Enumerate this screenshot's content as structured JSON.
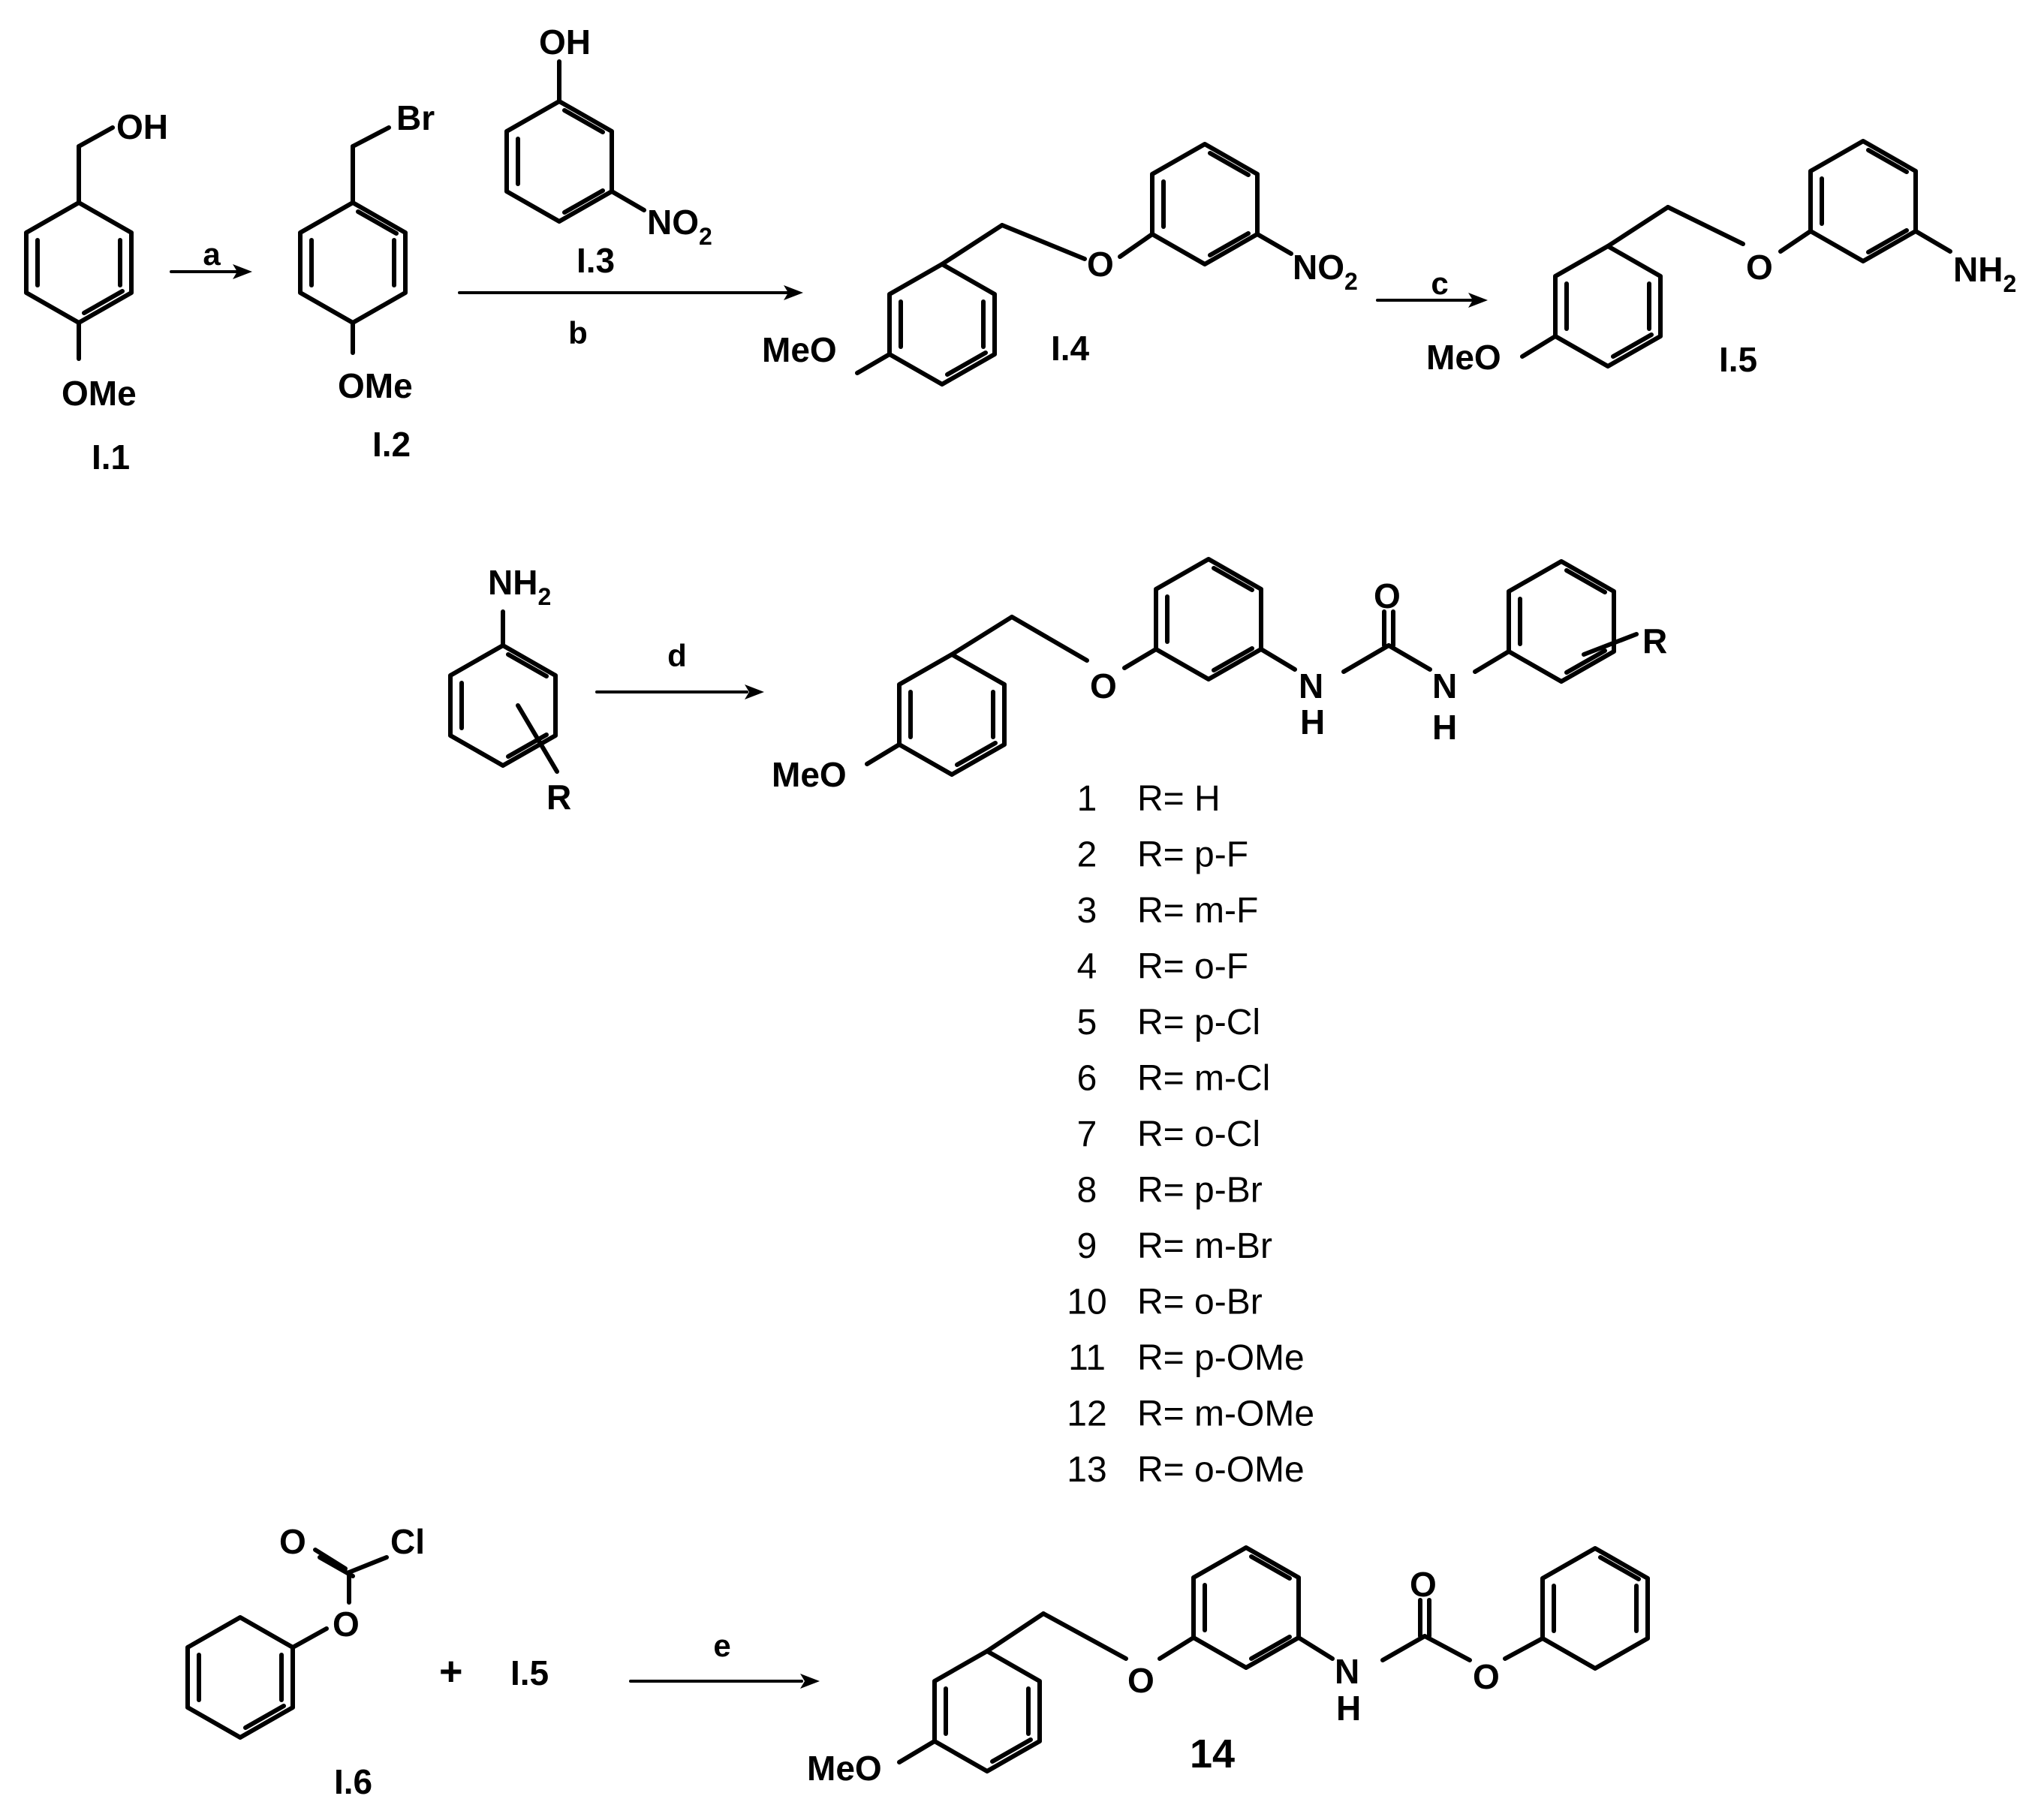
{
  "compound_labels": {
    "i1": "I.1",
    "i2": "I.2",
    "i3": "I.3",
    "i4": "I.4",
    "i5": "I.5",
    "i5_reagent": "I.5",
    "i6": "I.6",
    "c14": "14"
  },
  "reagents": {
    "a": "a",
    "b": "b",
    "c": "c",
    "d": "d",
    "e": "e"
  },
  "atoms": {
    "oh": "OH",
    "br": "Br",
    "ome": "OMe",
    "meo": "MeO",
    "o": "O",
    "no": "NO",
    "nh": "NH",
    "two": "2",
    "n": "N",
    "h": "H",
    "r": "R",
    "cl": "Cl"
  },
  "plus": "+",
  "series": [
    {
      "num": "1",
      "r": "R= H"
    },
    {
      "num": "2",
      "r": "R= p-F"
    },
    {
      "num": "3",
      "r": "R= m-F"
    },
    {
      "num": "4",
      "r": "R= o-F"
    },
    {
      "num": "5",
      "r": "R= p-Cl"
    },
    {
      "num": "6",
      "r": "R= m-Cl"
    },
    {
      "num": "7",
      "r": "R= o-Cl"
    },
    {
      "num": "8",
      "r": "R= p-Br"
    },
    {
      "num": "9",
      "r": "R= m-Br"
    },
    {
      "num": "10",
      "r": "R= o-Br"
    },
    {
      "num": "11",
      "r": "R= p-OMe"
    },
    {
      "num": "12",
      "r": "R= m-OMe"
    },
    {
      "num": "13",
      "r": "R= o-OMe"
    }
  ]
}
